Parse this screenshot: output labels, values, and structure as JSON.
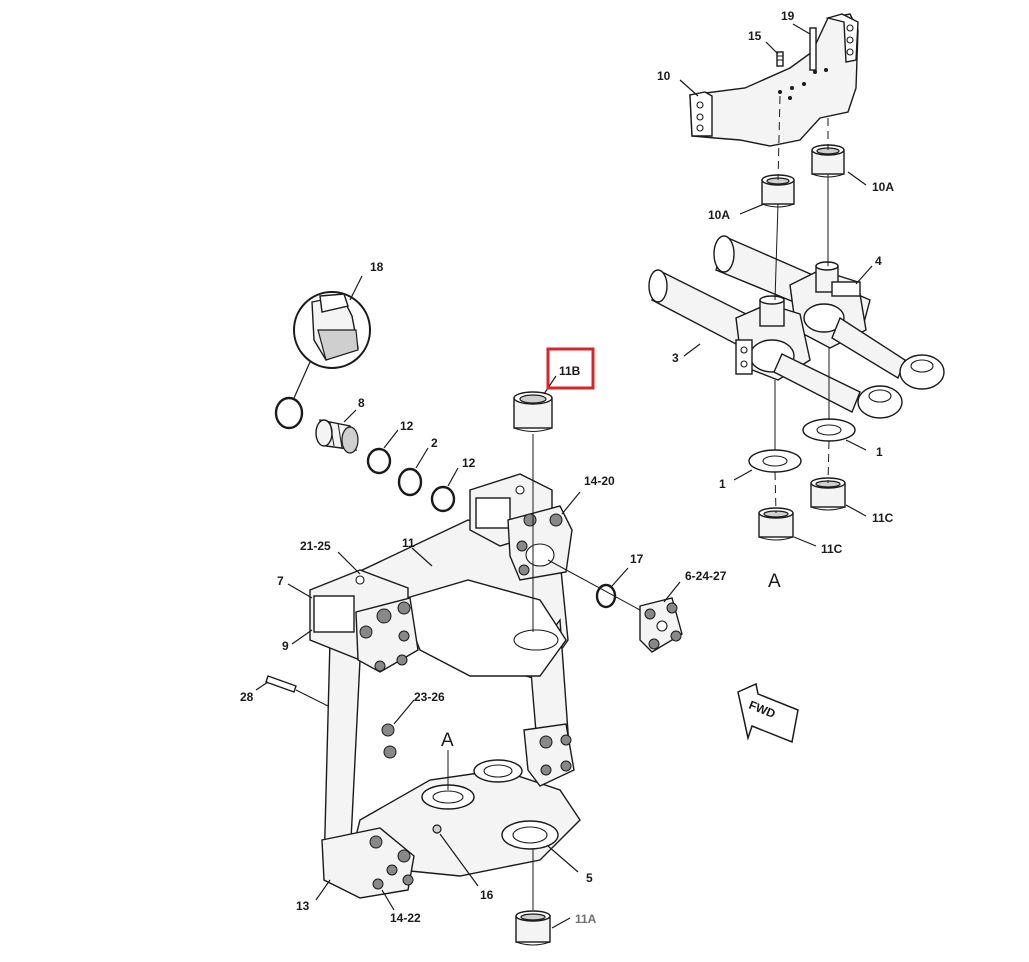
{
  "callouts": {
    "c19": "19",
    "c15": "15",
    "c10": "10",
    "c10A_right": "10A",
    "c10A_left": "10A",
    "c4": "4",
    "c3": "3",
    "c18": "18",
    "c11B": "11B",
    "c8": "8",
    "c12_top": "12",
    "c2": "2",
    "c12_bottom": "12",
    "c1_right": "1",
    "c1_left": "1",
    "c11C_right": "11C",
    "c11C_left": "11C",
    "c14_20": "14-20",
    "c21_25": "21-25",
    "c11": "11",
    "c17": "17",
    "c6_24_27": "6-24-27",
    "cA_right": "A",
    "c7": "7",
    "c9": "9",
    "c28": "28",
    "c23_26": "23-26",
    "cA_center": "A",
    "c5": "5",
    "c16": "16",
    "c13": "13",
    "c14_22": "14-22",
    "c11A": "11A"
  },
  "fwd_label": "FWD",
  "colors": {
    "highlight_box": "#d9242b",
    "line": "#1a1a1a",
    "callout_11A": "#707070"
  }
}
